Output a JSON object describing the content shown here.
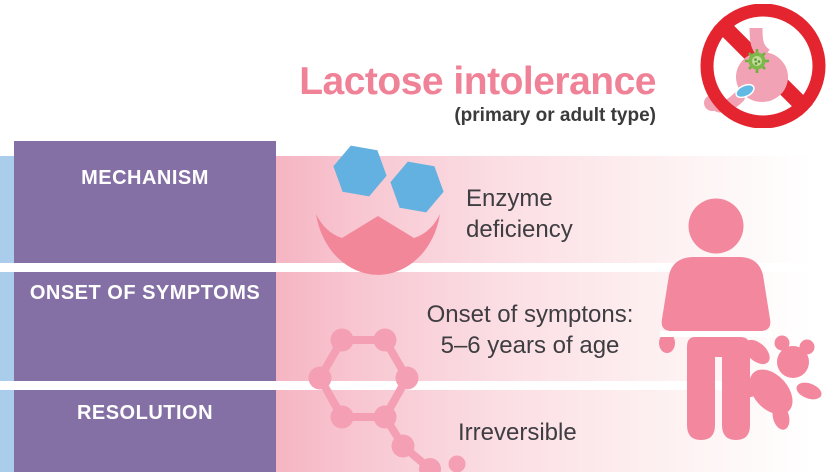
{
  "header": {
    "title": "Lactose intolerance",
    "subtitle": "(primary or adult type)"
  },
  "rows": [
    {
      "label": "MECHANISM",
      "content": "Enzyme deficiency"
    },
    {
      "label": "ONSET OF SYMPTOMS",
      "content_line1": "Onset of symptons:",
      "content_line2": "5–6 years of age"
    },
    {
      "label": "RESOLUTION",
      "content": "Irreversible"
    }
  ],
  "icons": {
    "prohibition": "no-lactose-stomach-icon",
    "lactose_hexagons": "lactose-hexagons-icon",
    "enzyme_bowl": "enzyme-deficiency-icon",
    "molecule": "sugar-molecule-icon",
    "child": "child-with-teddy-bear-icon"
  },
  "colors": {
    "title_pink": "#f08298",
    "prohibition_red": "#e4252f",
    "row_purple": "#8470a5",
    "side_strip_blue": "#a9cdea",
    "hexagon_blue": "#63b1e0",
    "figure_pink": "#f2879e",
    "molecule_pink": "#f49fb3",
    "band_pink_left": "#f6b5c3",
    "stomach_pink": "#f1a3b5",
    "microbe_green": "#7db84b",
    "bacteria_blue": "#62b9e4",
    "text_dark": "#3e3d42"
  }
}
